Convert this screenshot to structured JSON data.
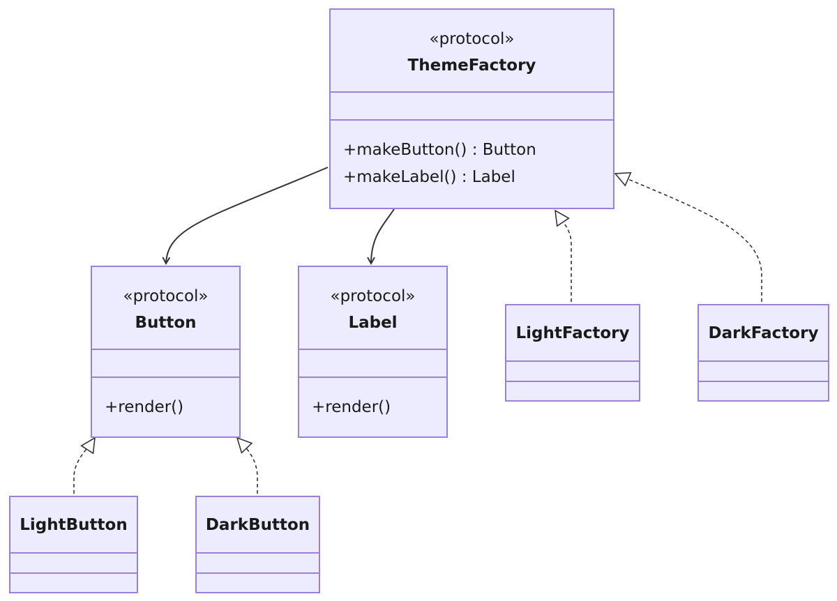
{
  "diagram": {
    "classes": {
      "theme_factory": {
        "stereotype": "«protocol»",
        "name": "ThemeFactory",
        "methods": [
          "+makeButton() : Button",
          "+makeLabel() : Label"
        ]
      },
      "button": {
        "stereotype": "«protocol»",
        "name": "Button",
        "methods": [
          "+render()"
        ]
      },
      "label": {
        "stereotype": "«protocol»",
        "name": "Label",
        "methods": [
          "+render()"
        ]
      },
      "light_factory": {
        "name": "LightFactory"
      },
      "dark_factory": {
        "name": "DarkFactory"
      },
      "light_button": {
        "name": "LightButton"
      },
      "dark_button": {
        "name": "DarkButton"
      }
    },
    "relations": [
      {
        "from": "ThemeFactory",
        "to": "Button",
        "type": "association"
      },
      {
        "from": "ThemeFactory",
        "to": "Label",
        "type": "association"
      },
      {
        "from": "LightFactory",
        "to": "ThemeFactory",
        "type": "realization"
      },
      {
        "from": "DarkFactory",
        "to": "ThemeFactory",
        "type": "realization"
      },
      {
        "from": "LightButton",
        "to": "Button",
        "type": "realization"
      },
      {
        "from": "DarkButton",
        "to": "Button",
        "type": "realization"
      }
    ],
    "colors": {
      "box_fill": "#ececfe",
      "box_border": "#9b7fd8",
      "edge": "#333333",
      "text": "#1a1a1a"
    }
  }
}
